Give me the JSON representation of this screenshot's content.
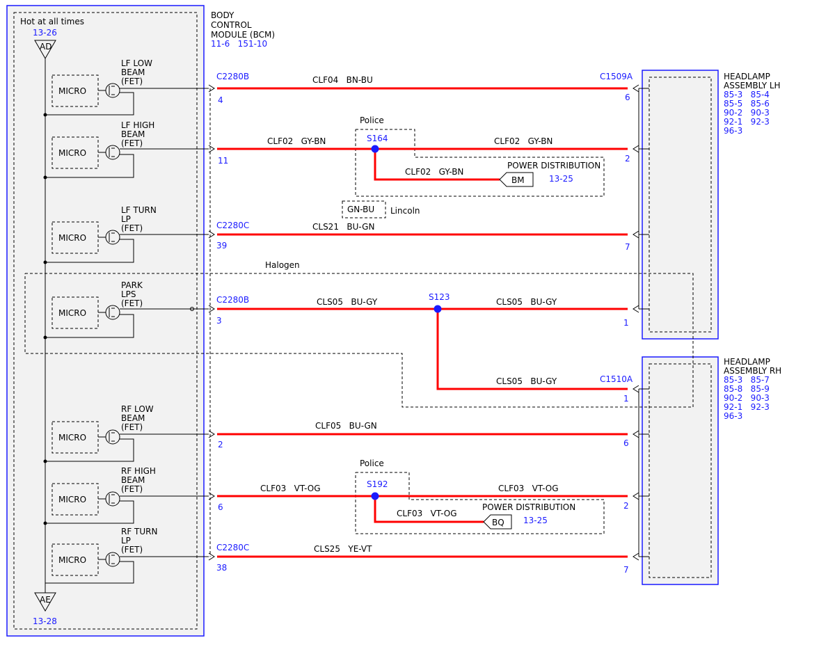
{
  "bcm": {
    "title_lines": [
      "BODY",
      "CONTROL",
      "MODULE (BCM)"
    ],
    "refs": "11-6   151-10",
    "hot_label": "Hot at all times",
    "hot_ref": "13-26",
    "top_tri": "AD",
    "bottom_tri": "AE",
    "bottom_ref": "13-28",
    "micro_label": "MICRO"
  },
  "outputs": [
    {
      "lines": [
        "LF LOW",
        "BEAM",
        "(FET)"
      ]
    },
    {
      "lines": [
        "LF HIGH",
        "BEAM",
        "(FET)"
      ]
    },
    {
      "lines": [
        "LF TURN",
        "LP",
        "(FET)"
      ]
    },
    {
      "lines": [
        "PARK",
        "LPS",
        "(FET)"
      ]
    },
    {
      "lines": [
        "RF LOW",
        "BEAM",
        "(FET)"
      ]
    },
    {
      "lines": [
        "RF HIGH",
        "BEAM",
        "(FET)"
      ]
    },
    {
      "lines": [
        "RF TURN",
        "LP",
        "(FET)"
      ]
    }
  ],
  "connectors": {
    "c1": "C2280B",
    "c2": "C2280C",
    "c3": "C2280B",
    "c4": "C2280C",
    "lh": "C1509A",
    "rh": "C1510A"
  },
  "pins": {
    "p1": "4",
    "p2": "11",
    "p3": "39",
    "p4": "3",
    "p5": "2",
    "p6": "6",
    "p7": "38",
    "lh1": "6",
    "lh2": "2",
    "lh3": "7",
    "lh4": "1",
    "rh0": "1",
    "rh1": "6",
    "rh2": "2",
    "rh3": "7"
  },
  "wires": {
    "w1": "CLF04   BN-BU",
    "w2a": "CLF02   GY-BN",
    "w2b": "CLF02   GY-BN",
    "w2c": "CLF02   GY-BN",
    "w3": "CLS21   BU-GN",
    "w4a": "CLS05   BU-GY",
    "w4b": "CLS05   BU-GY",
    "w4c": "CLS05   BU-GY",
    "w5": "CLF05   BU-GN",
    "w6a": "CLF03   VT-OG",
    "w6b": "CLF03   VT-OG",
    "w6c": "CLF03   VT-OG",
    "w7": "CLS25   YE-VT"
  },
  "splices": {
    "s164": "S164",
    "s123": "S123",
    "s192": "S192"
  },
  "options": {
    "police1": "Police",
    "police2": "Police",
    "lincoln": "Lincoln",
    "lincoln_color": "GN-BU",
    "halogen": "Halogen"
  },
  "power": {
    "title1": "POWER DISTRIBUTION",
    "ref1": "13-25",
    "tag1": "BM",
    "title2": "POWER DISTRIBUTION",
    "ref2": "13-25",
    "tag2": "BQ"
  },
  "headlamp_lh": {
    "title_lines": [
      "HEADLAMP",
      "ASSEMBLY LH"
    ],
    "refs": [
      "85-3   85-4",
      "85-5   85-6",
      "90-2   90-3",
      "92-1   92-3",
      "96-3"
    ]
  },
  "headlamp_rh": {
    "title_lines": [
      "HEADLAMP",
      "ASSEMBLY RH"
    ],
    "refs": [
      "85-3   85-7",
      "85-8   85-9",
      "90-2   90-3",
      "92-1   92-3",
      "96-3"
    ]
  },
  "colors": {
    "wire": "#ff0000",
    "ref": "#1a1aff",
    "splice": "#1a1aff"
  }
}
